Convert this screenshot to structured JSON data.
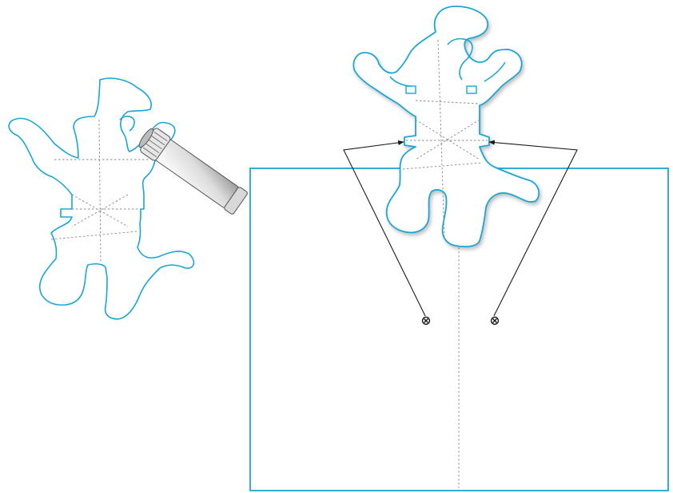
{
  "diagram": {
    "description_steps": [
      "cut-out-figure",
      "apply-glue",
      "attach-to-card"
    ],
    "colors": {
      "cut_line": "#1aa6d6",
      "fold_line": "#8a8a8a",
      "arrow": "#1a1a1a",
      "background": "#ffffff"
    },
    "icons": [
      "glue-stick-icon",
      "glue-point-marker-icon",
      "arrow-icon"
    ]
  }
}
